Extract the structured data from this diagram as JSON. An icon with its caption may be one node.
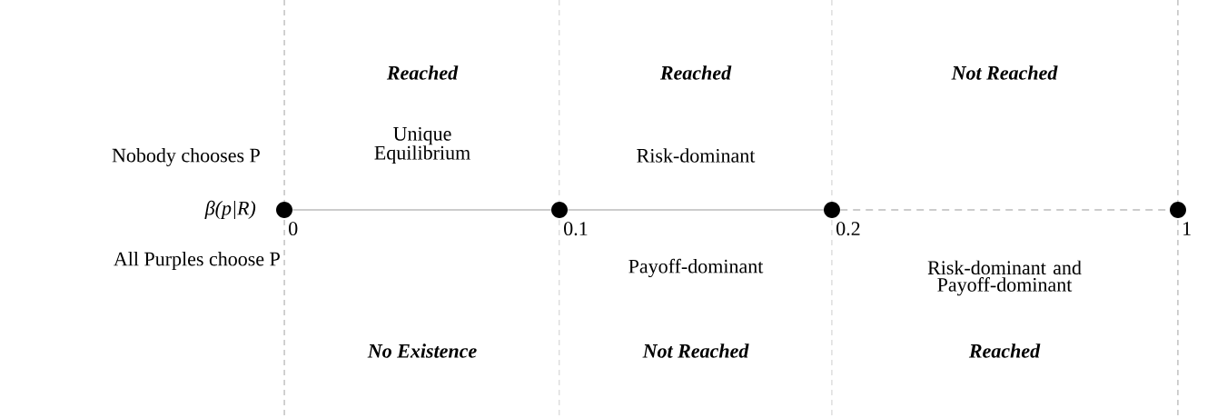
{
  "diagram": {
    "nodes": [
      {
        "text": [],
        "shape": "circle",
        "beside": [
          "0"
        ]
      },
      {
        "text": [],
        "shape": "circle",
        "beside": [
          "0.1"
        ]
      },
      {
        "text": [],
        "shape": "circle",
        "beside": [
          "0.2"
        ]
      },
      {
        "text": [],
        "shape": "circle",
        "beside": [
          "1"
        ]
      }
    ],
    "edges": [
      {
        "from": 0,
        "to": 1,
        "arrow": "none"
      },
      {
        "from": 1,
        "to": 2,
        "arrow": "none"
      },
      {
        "from": 2,
        "to": 3,
        "arrow": "none",
        "style": "dashed"
      }
    ],
    "labels": [
      "Reached",
      "Reached",
      "Not Reached",
      "Nobody chooses P",
      "Unique Equilibrium",
      "Risk-dominant",
      "β(p|R)",
      "All Purples choose P",
      "Payoff-dominant",
      "Risk-dominant and Payoff-dominant",
      "No Existence",
      "Not Reached",
      "Reached"
    ]
  }
}
